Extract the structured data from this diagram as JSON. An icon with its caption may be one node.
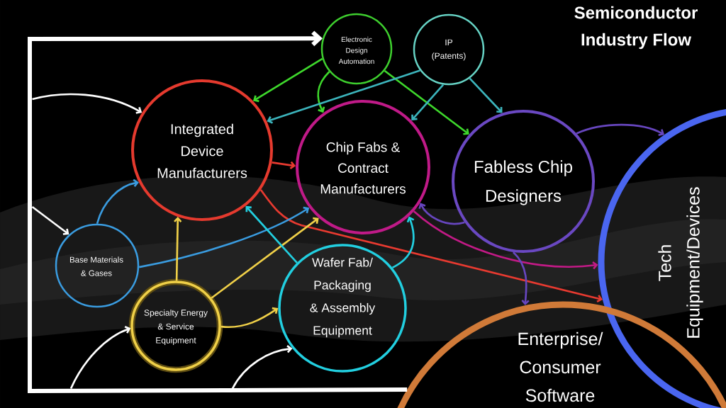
{
  "diagram": {
    "title": "Semiconductor Industry Flow",
    "nodes": [
      {
        "text": [
          "Electronic Design Automation"
        ]
      },
      {
        "text": [
          "IP (Patents)"
        ]
      },
      {
        "text": [
          "Integrated Device Manufacturers"
        ]
      },
      {
        "text": [
          "Chip Fabs & Contract Manufacturers"
        ]
      },
      {
        "text": [
          "Fabless Chip Designers"
        ]
      },
      {
        "text": [
          "Tech Equipment/Devices"
        ]
      },
      {
        "text": [
          "Base Materials & Gases"
        ]
      },
      {
        "text": [
          "Specialty Energy & Service Equipment"
        ]
      },
      {
        "text": [
          "Wafer Fab/ Packaging & Assembly Equipment"
        ]
      },
      {
        "text": [
          "Enterprise/ Consumer Software"
        ]
      }
    ],
    "edges": [
      {
        "from": 9,
        "to": 0,
        "arrow": "to",
        "style": "thick"
      },
      {
        "from": null,
        "to": 2,
        "arrow": "to"
      },
      {
        "from": null,
        "to": 6,
        "arrow": "to"
      },
      {
        "from": null,
        "to": 7,
        "arrow": "to"
      },
      {
        "from": null,
        "to": 8,
        "arrow": "to"
      },
      {
        "from": 0,
        "to": 2,
        "arrow": "to",
        "color": "#3ed82c"
      },
      {
        "from": 0,
        "to": 3,
        "arrow": "to",
        "color": "#3ed82c"
      },
      {
        "from": 0,
        "to": 4,
        "arrow": "to",
        "color": "#3ed82c"
      },
      {
        "from": 1,
        "to": 2,
        "arrow": "to",
        "color": "#3cb4bc"
      },
      {
        "from": 1,
        "to": 3,
        "arrow": "to",
        "color": "#3cb4bc"
      },
      {
        "from": 1,
        "to": 4,
        "arrow": "to",
        "color": "#3cb4bc"
      },
      {
        "from": 2,
        "to": 3,
        "arrow": "to",
        "color": "#e83a30"
      },
      {
        "from": 2,
        "to": 5,
        "arrow": "to",
        "color": "#e83a30"
      },
      {
        "from": 3,
        "to": 5,
        "arrow": "to",
        "color": "#c21a86"
      },
      {
        "from": 4,
        "to": 5,
        "arrow": "to",
        "color": "#6746bf"
      },
      {
        "from": 4,
        "to": 3,
        "arrow": "to",
        "color": "#6746bf"
      },
      {
        "from": 4,
        "to": 9,
        "arrow": "to",
        "color": "#6746bf"
      },
      {
        "from": 6,
        "to": 2,
        "arrow": "to",
        "color": "#3a9ce0"
      },
      {
        "from": 6,
        "to": 3,
        "arrow": "to",
        "color": "#3a9ce0"
      },
      {
        "from": 7,
        "to": 2,
        "arrow": "to",
        "color": "#f0d048"
      },
      {
        "from": 7,
        "to": 3,
        "arrow": "to",
        "color": "#f0d048"
      },
      {
        "from": 7,
        "to": 8,
        "arrow": "to",
        "color": "#f0d048"
      },
      {
        "from": 8,
        "to": 2,
        "arrow": "to",
        "color": "#22cfe0"
      },
      {
        "from": 8,
        "to": 3,
        "arrow": "to",
        "color": "#22cfe0"
      }
    ]
  }
}
